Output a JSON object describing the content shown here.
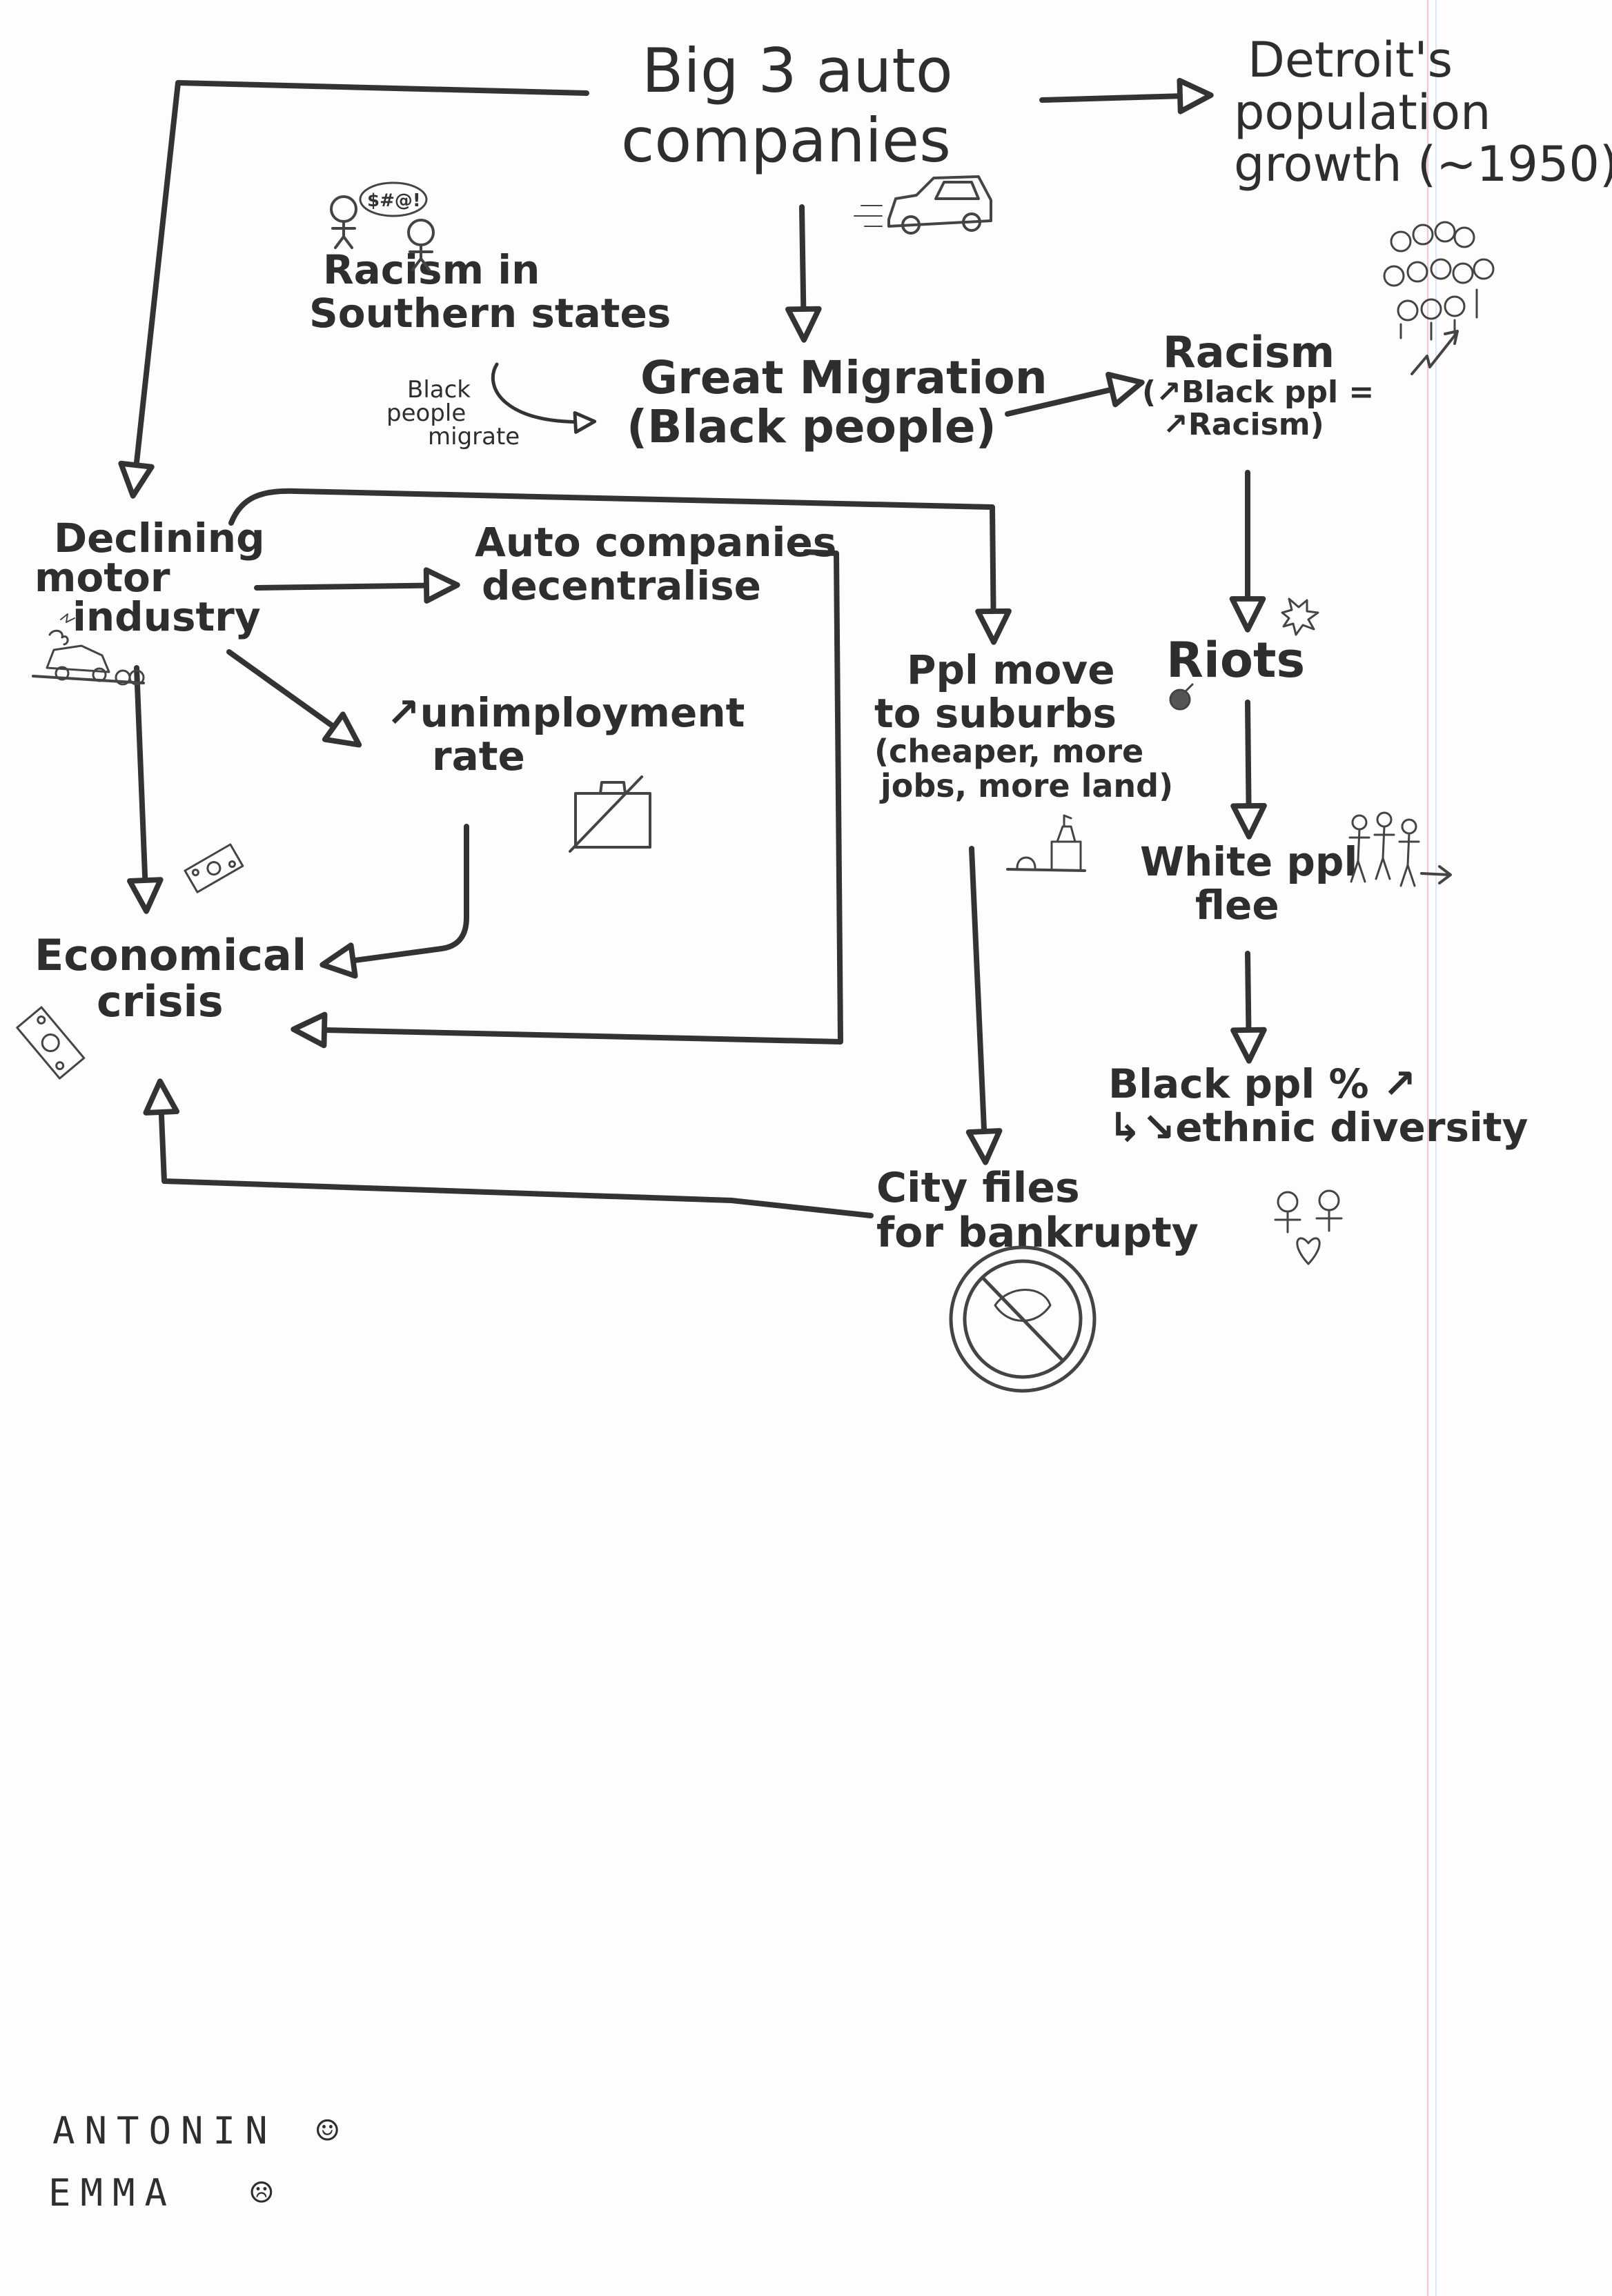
{
  "diagram": {
    "nodes": {
      "big3": {
        "lines": [
          "Big 3 auto",
          "companies"
        ]
      },
      "population": {
        "lines": [
          "Detroit's",
          "population",
          "growth (~1950)"
        ]
      },
      "southern_racism": {
        "lines": [
          "Racism in",
          "Southern states"
        ]
      },
      "black_migrate": {
        "lines": [
          "Black",
          "people",
          "migrate"
        ]
      },
      "migration": {
        "lines": [
          "Great Migration",
          "(Black people)"
        ]
      },
      "racism": {
        "lines": [
          "Racism",
          "(↗Black ppl =",
          "↗Racism)"
        ]
      },
      "declining": {
        "lines": [
          "Declining",
          "motor",
          "industry"
        ]
      },
      "decentralise": {
        "lines": [
          "Auto companies",
          "decentralise"
        ]
      },
      "suburbs": {
        "lines": [
          "Ppl move",
          "to suburbs",
          "(cheaper, more",
          "jobs, more land)"
        ]
      },
      "riots": {
        "lines": [
          "Riots"
        ]
      },
      "unemployment": {
        "lines": [
          "↗unimployment",
          "rate"
        ]
      },
      "white_flee": {
        "lines": [
          "White ppl",
          "flee"
        ]
      },
      "economic_crisis": {
        "lines": [
          "Economical",
          "crisis"
        ]
      },
      "black_pct": {
        "lines": [
          "Black ppl % ↗",
          "↳↘ethnic diversity"
        ]
      },
      "bankrupt": {
        "lines": [
          "City files",
          "for bankrupty"
        ]
      }
    },
    "bubble_text": "$#@!",
    "signatures": [
      {
        "name": "ANTONIN",
        "face": "☺"
      },
      {
        "name": "EMMA",
        "face": "☹"
      }
    ],
    "colors": {
      "ink": "#333333",
      "paper": "#fdfdfd",
      "margin_line": "#f3c6d6"
    }
  }
}
